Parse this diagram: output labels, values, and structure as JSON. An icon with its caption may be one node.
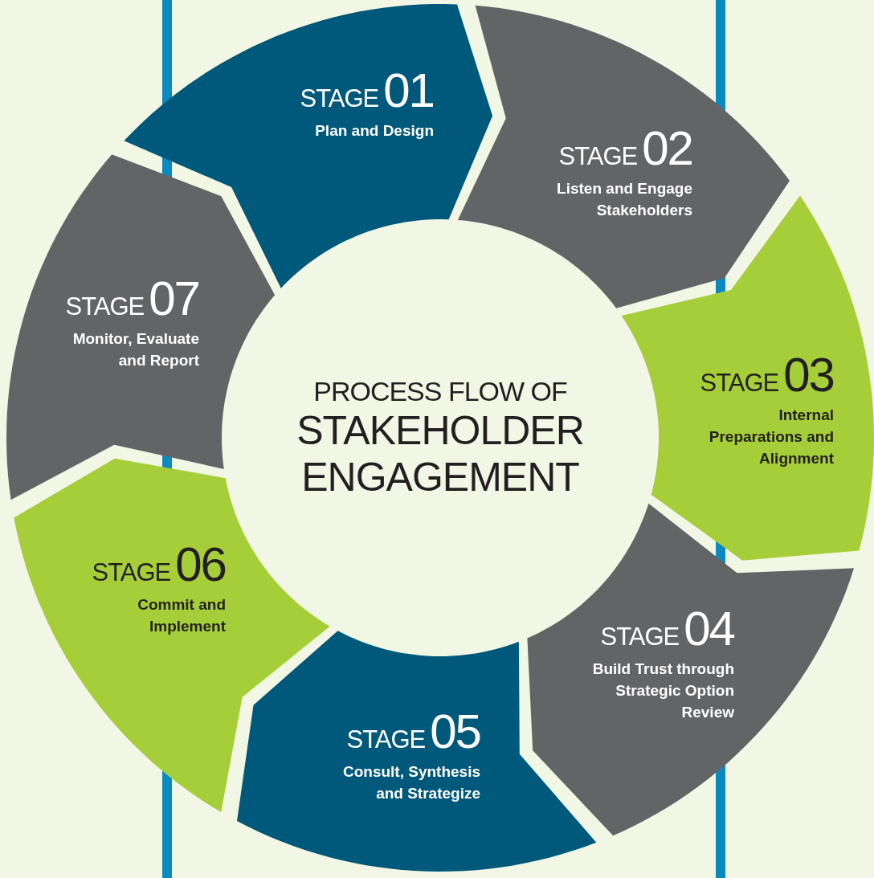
{
  "diagram": {
    "nodes": [
      {
        "text": [
          "PROCESS FLOW OF",
          "STAKEHOLDER ENGAGEMENT"
        ]
      },
      {
        "text": [
          "STAGE",
          "01",
          "Plan and Design"
        ]
      },
      {
        "text": [
          "STAGE",
          "02",
          "Listen and Engage Stakeholders"
        ]
      },
      {
        "text": [
          "STAGE",
          "03",
          "Internal Preparations and Alignment"
        ]
      },
      {
        "text": [
          "STAGE",
          "04",
          "Build Trust through Strategic Option Review"
        ]
      },
      {
        "text": [
          "STAGE",
          "05",
          "Consult, Synthesis and Strategize"
        ]
      },
      {
        "text": [
          "STAGE",
          "06",
          "Commit and Implement"
        ]
      },
      {
        "text": [
          "STAGE",
          "07",
          "Monitor, Evaluate and Report"
        ]
      }
    ]
  }
}
